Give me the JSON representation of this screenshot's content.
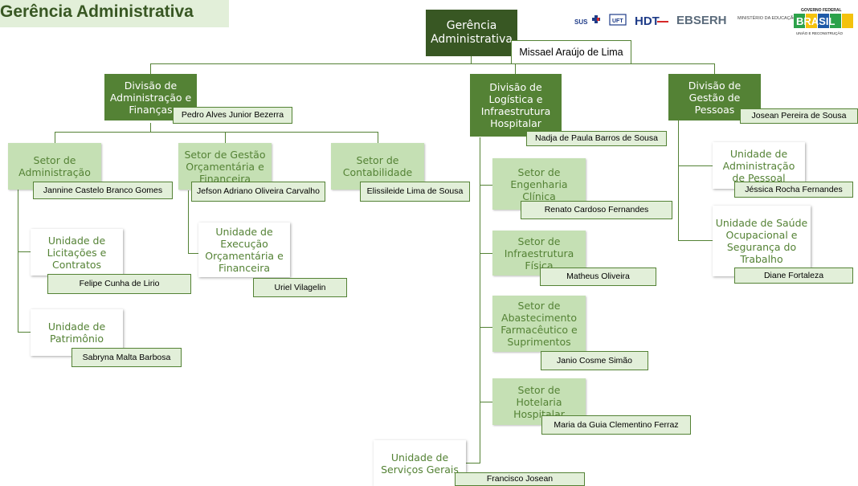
{
  "page_title": "Gerência Administrativa",
  "root": {
    "label": "Gerência Administrativa",
    "person": "Missael  Araújo de Lima"
  },
  "divisions": {
    "adm": {
      "label": "Divisão de Administração e Finanças",
      "person": "Pedro Alves Junior Bezerra"
    },
    "log": {
      "label": "Divisão de Logística e Infraestrutura Hospitalar",
      "person": "Nadja de Paula Barros de Sousa"
    },
    "pes": {
      "label": "Divisão de Gestão de Pessoas",
      "person": "Josean Pereira de Sousa"
    }
  },
  "units": {
    "setor_adm": {
      "label": "Setor de Administração",
      "person": "Jannine Castelo Branco Gomes"
    },
    "setor_gof": {
      "label": "Setor de Gestão Orçamentária e Financeira",
      "person": "Jefson Adriano Oliveira Carvalho"
    },
    "setor_cont": {
      "label": "Setor de Contabilidade",
      "person": "Elissileide Lima de Sousa"
    },
    "uni_lic": {
      "label": "Unidade de Licitações e Contratos",
      "person": "Felipe Cunha de Lirio"
    },
    "uni_pat": {
      "label": "Unidade de Patrimônio",
      "person": "Sabryna Malta Barbosa"
    },
    "uni_exec": {
      "label": "Unidade de Execução Orçamentária e Financeira",
      "person": "Uriel Vilagelin"
    },
    "setor_eng": {
      "label": "Setor de Engenharia Clínica",
      "person": "Renato Cardoso Fernandes"
    },
    "setor_infra": {
      "label": "Setor de Infraestrutura Física",
      "person": "Matheus Oliveira"
    },
    "setor_abast": {
      "label": "Setor de Abastecimento Farmacêutico e Suprimentos",
      "person": "Janio Cosme Simão"
    },
    "setor_hot": {
      "label": "Setor de Hotelaria Hospitalar",
      "person": "Maria da Guia Clementino Ferraz"
    },
    "uni_serv": {
      "label": "Unidade de Serviços Gerais",
      "person": "Francisco Josean"
    },
    "uni_admp": {
      "label": "Unidade de Administração de Pessoal",
      "person": "Jéssica Rocha Fernandes"
    },
    "uni_saude": {
      "label": "Unidade de Saúde Ocupacional e Segurança do Trabalho",
      "person": "Diane Fortaleza"
    }
  },
  "logos": {
    "sus": "SUS",
    "uft": "UFT",
    "hdt": "HDT",
    "ebserh": "EBSERH",
    "mec": "MINISTÉRIO DA EDUCAÇÃO",
    "gov_top": "GOVERNO FEDERAL",
    "gov_main": "BRASIL",
    "gov_bottom": "UNIÃO E RECONSTRUÇÃO"
  },
  "colors": {
    "dark_green": "#385723",
    "mid_green": "#548235",
    "light_green": "#c5e0b4",
    "pale_green": "#e2efd9"
  }
}
